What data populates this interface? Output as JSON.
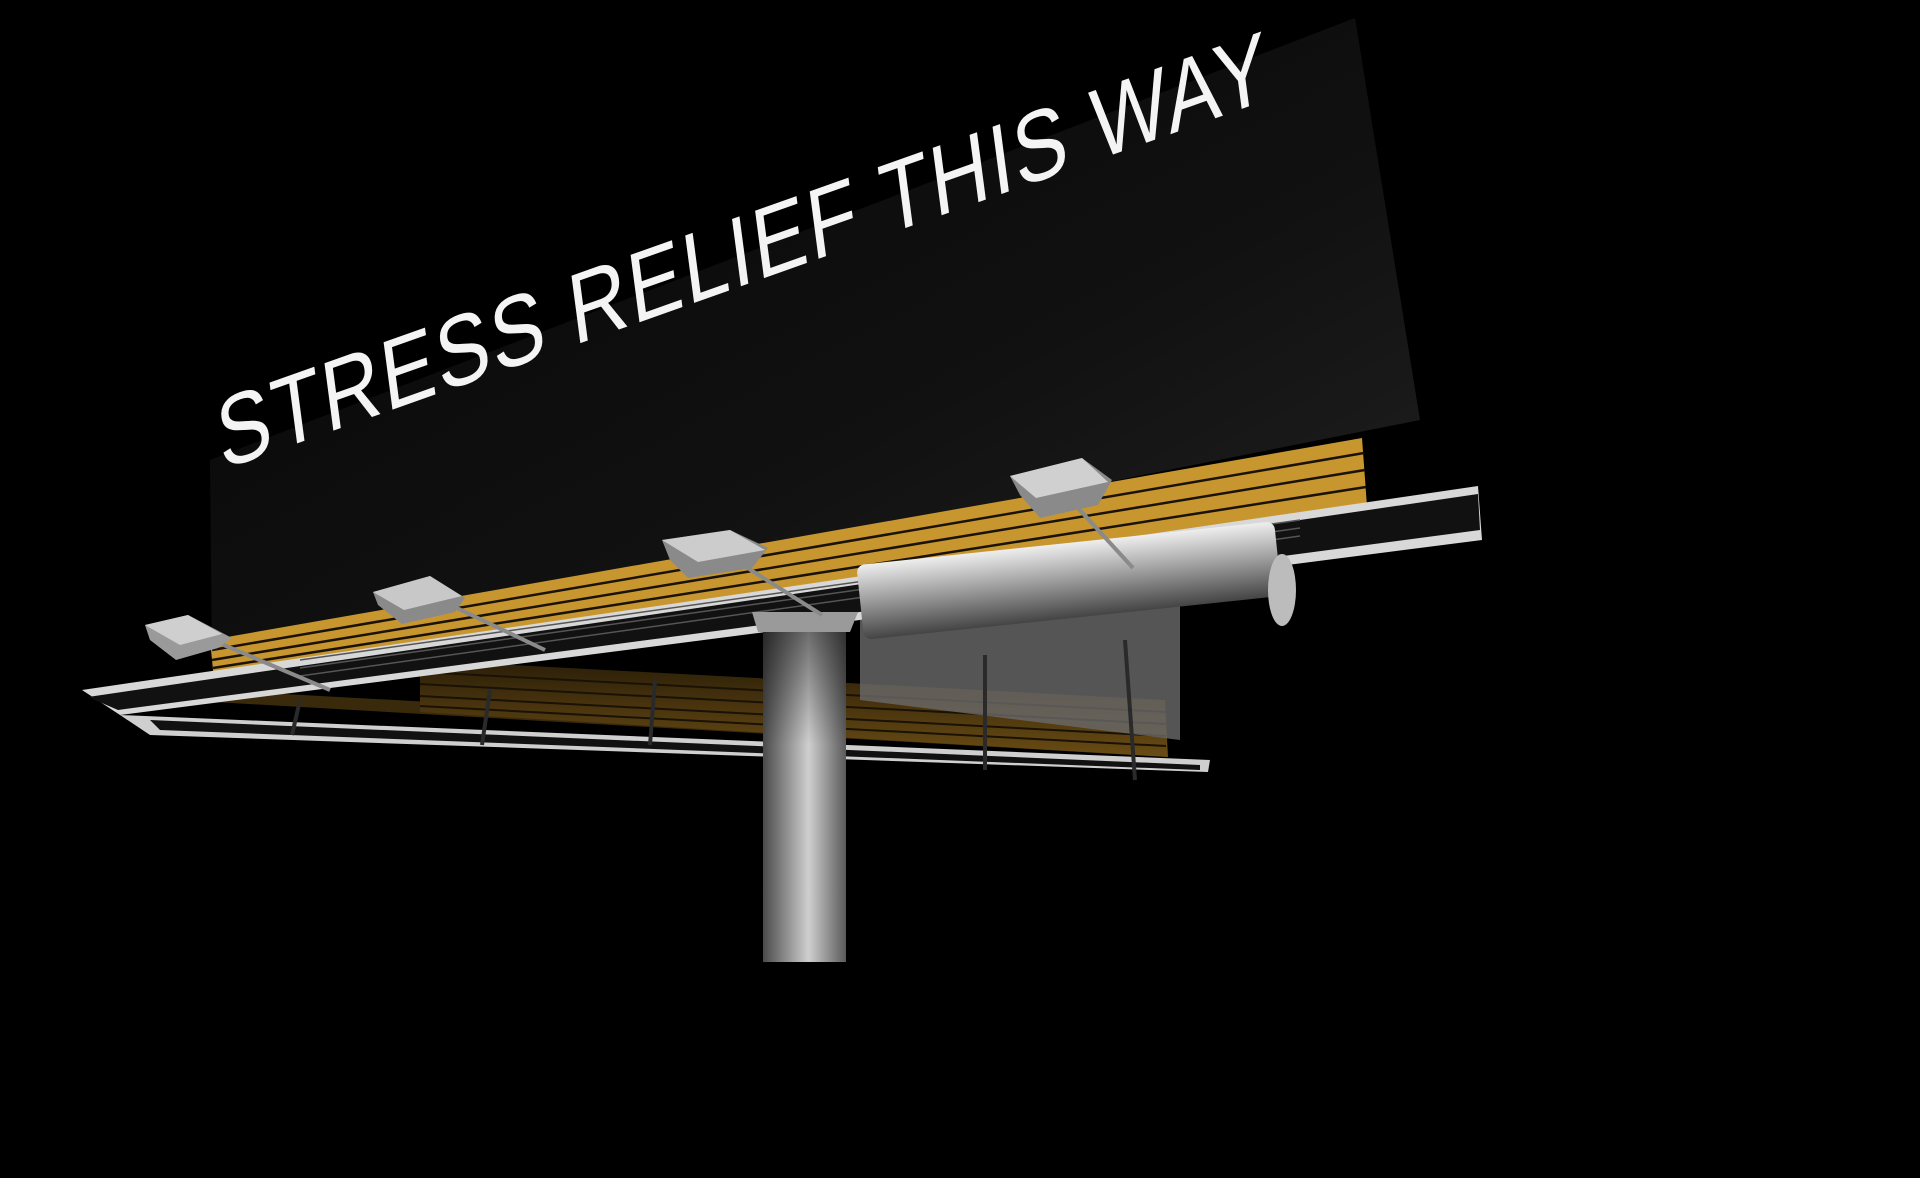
{
  "scene": {
    "subject": "billboard",
    "headline": "STRESS RELIEF THIS WAY",
    "colors": {
      "background": "#000000",
      "board_face": "#1a1a1a",
      "text": "#f4f4f4",
      "wood": "#c8962e",
      "wood_shadow": "#4a3510",
      "metal_light": "#d8d8d8",
      "metal_mid": "#8c8c8c",
      "metal_dark": "#3a3a3a"
    },
    "lamp_count": 4
  }
}
